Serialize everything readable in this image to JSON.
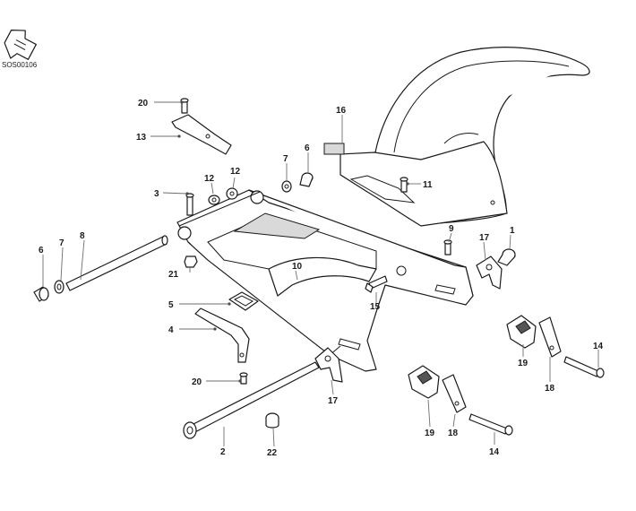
{
  "diagram": {
    "drawing_code": "SOS00106",
    "callouts": {
      "c1": "1",
      "c2": "2",
      "c3": "3",
      "c4": "4",
      "c5": "5",
      "c6a": "6",
      "c6b": "6",
      "c7a": "7",
      "c7b": "7",
      "c8": "8",
      "c9": "9",
      "c10": "10",
      "c11": "11",
      "c12a": "12",
      "c12b": "12",
      "c13": "13",
      "c14a": "14",
      "c14b": "14",
      "c15": "15",
      "c16": "16",
      "c17a": "17",
      "c17b": "17",
      "c18a": "18",
      "c18b": "18",
      "c19a": "19",
      "c19b": "19",
      "c20a": "20",
      "c20b": "20",
      "c21": "21",
      "c22": "22"
    }
  }
}
